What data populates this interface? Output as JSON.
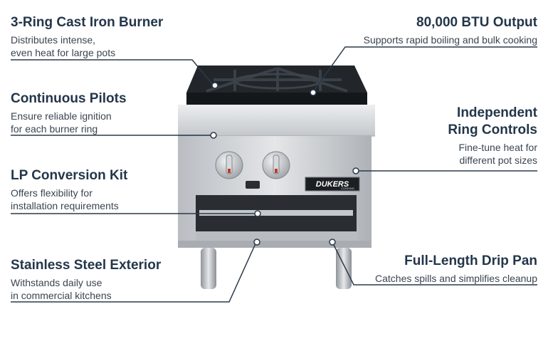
{
  "features": {
    "burner": {
      "title": "3-Ring Cast Iron Burner",
      "desc_line1": "Distributes intense,",
      "desc_line2": "even heat for large pots"
    },
    "pilots": {
      "title": "Continuous Pilots",
      "desc_line1": "Ensure reliable ignition",
      "desc_line2": "for each burner ring"
    },
    "lp": {
      "title": "LP Conversion Kit",
      "desc_line1": "Offers flexibility for",
      "desc_line2": "installation requirements"
    },
    "steel": {
      "title": "Stainless Steel Exterior",
      "desc_line1": "Withstands daily use",
      "desc_line2": "in commercial kitchens"
    },
    "btu": {
      "title": "80,000 BTU Output",
      "desc_line1": "Supports rapid boiling and bulk cooking"
    },
    "controls": {
      "title_line1": "Independent",
      "title_line2": "Ring Controls",
      "desc_line1": "Fine-tune heat for",
      "desc_line2": "different pot sizes"
    },
    "drip": {
      "title": "Full-Length Drip Pan",
      "desc_line1": "Catches spills and simplifies cleanup"
    }
  },
  "brand": {
    "name": "DUKERS",
    "sub": "COOKING"
  },
  "colors": {
    "title": "#23364a",
    "line": "#2b3a4a",
    "steel": "#c9ccd0",
    "dark": "#1e2226"
  }
}
